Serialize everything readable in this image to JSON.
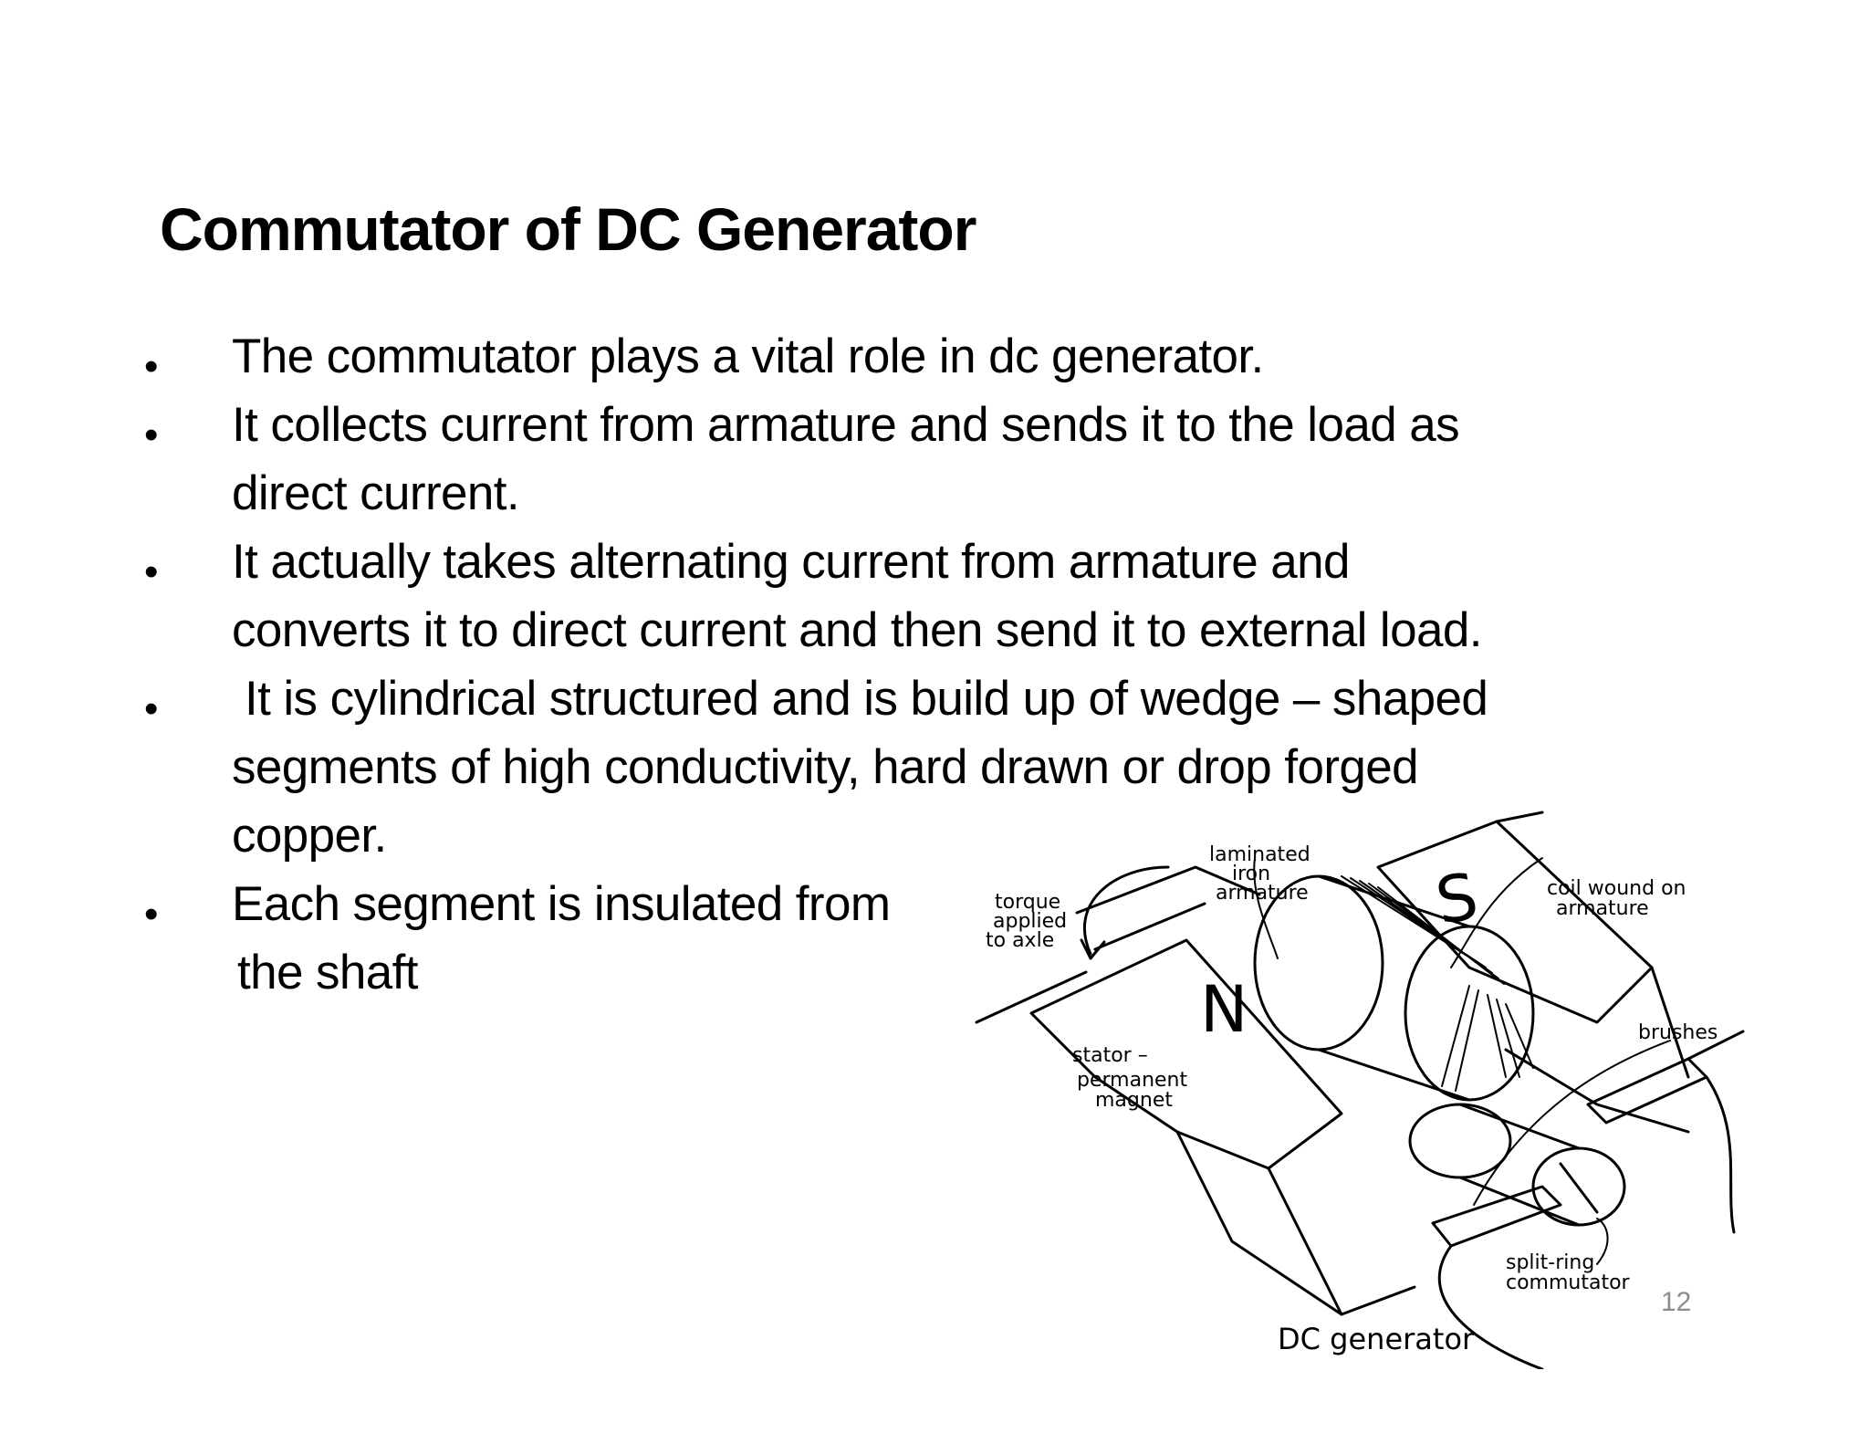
{
  "slide": {
    "title": "Commutator of DC Generator",
    "page_number": "12",
    "bullet_glyph": "•",
    "bullets": [
      {
        "lines": [
          "The commutator plays a vital role in dc generator."
        ]
      },
      {
        "lines": [
          "It collects current from armature and sends it to the load as",
          "direct current."
        ]
      },
      {
        "lines": [
          "It actually takes alternating current from armature and",
          "converts it to direct current and then send it to external load."
        ]
      },
      {
        "lines": [
          "It is cylindrical structured and is build up of wedge – shaped",
          "segments of high conductivity, hard drawn or drop forged",
          "copper."
        ]
      },
      {
        "lines": [
          "Each segment is insulated from",
          "the shaft"
        ]
      }
    ]
  },
  "figure": {
    "caption": "DC generator",
    "labels": {
      "laminated_iron_armature": [
        "laminated",
        "iron",
        "armature"
      ],
      "torque": [
        "torque",
        "applied",
        "to axle"
      ],
      "coil": [
        "coil wound on",
        "armature"
      ],
      "brushes": "brushes",
      "stator": [
        "stator –",
        "permanent",
        "magnet"
      ],
      "split_ring": [
        "split-ring",
        "commutator"
      ],
      "north_pole": "N",
      "south_pole": "S"
    }
  }
}
